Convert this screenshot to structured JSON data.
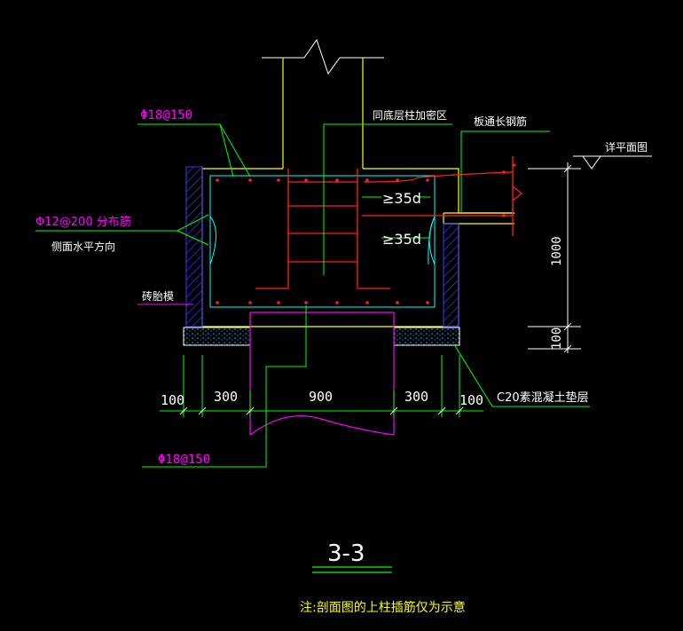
{
  "colors": {
    "background": "#000000",
    "yellow": "#ffff00",
    "red": "#ff2020",
    "cyan": "#00ffff",
    "magenta": "#ff00ff",
    "green": "#00ff00",
    "white": "#ffffff",
    "blue": "#3838ff"
  },
  "labels": {
    "top_rebar": "Φ18@150",
    "side_rebar": "Φ12@200 分布筋",
    "side_dir": "侧面水平方向",
    "brick_form": "砖胎模",
    "column_dense": "同底层柱加密区",
    "slab_rebar": "板通长钢筋",
    "plan_ref": "详平面图",
    "anchor1": "≥35d",
    "anchor2": "≥35d",
    "height_1000": "1000",
    "height_100": "100",
    "cushion": "C20素混凝土垫层",
    "bottom_rebar": "Φ18@150"
  },
  "dimensions": [
    "100",
    "300",
    "900",
    "300",
    "100"
  ],
  "section_title": "3-3",
  "note": "注:剖面图的上柱插筋仅为示意"
}
